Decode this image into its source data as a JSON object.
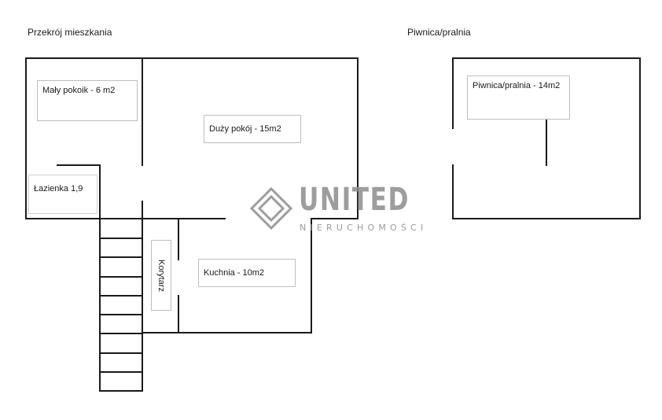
{
  "headings": {
    "apartment": "Przekrój mieszkania",
    "basement": "Piwnica/pralnia"
  },
  "rooms": {
    "small_room": "Mały pokoik - 6 m2",
    "large_room": "Duży pokój - 15m2",
    "bathroom": "Łazienka  1,9",
    "corridor": "Korytarz",
    "kitchen": "Kuchnia - 10m2",
    "basement_room": "Piwnica/pralnia - 14m2"
  },
  "watermark": {
    "brand": "UNITED",
    "subtitle": "NIERUCHOMOŚCI"
  },
  "colors": {
    "wall": "#1a1a1a",
    "watermark": "#8c8c8c"
  }
}
